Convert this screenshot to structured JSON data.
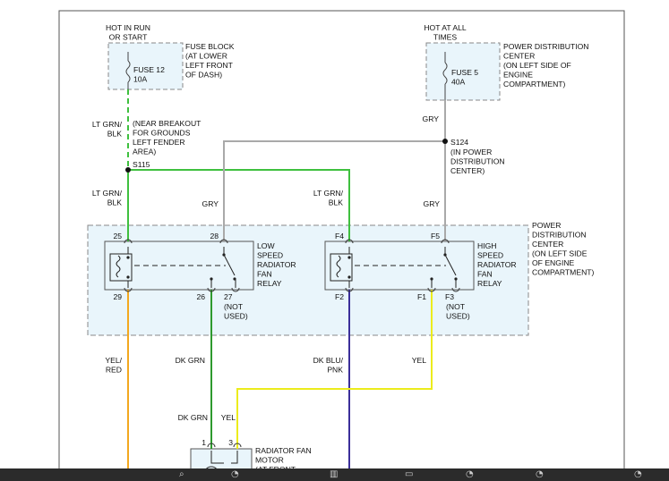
{
  "colors": {
    "lt_grn_blk": "#3fc03f",
    "gry": "#a9a9a9",
    "yel_red": "#f3a81f",
    "dk_grn": "#2e9a2e",
    "dk_blu_pnk": "#3b2f9a",
    "yel": "#ecec1c",
    "pdc_fill": "#e9f5fb",
    "outline": "#555555"
  },
  "sources": {
    "left": "HOT IN RUN\nOR START",
    "right": "HOT AT ALL\nTIMES"
  },
  "fuse_block": {
    "fuse_label": "FUSE 12\n10A",
    "description": "FUSE BLOCK\n(AT LOWER\nLEFT FRONT\nOF DASH)"
  },
  "pdc_fuse": {
    "fuse_label": "FUSE 5\n40A",
    "description": "POWER DISTRIBUTION\nCENTER\n(ON LEFT SIDE OF\nENGINE\nCOMPARTMENT)"
  },
  "wires": {
    "lt_grn_blk_top": "LT GRN/\nBLK",
    "lt_grn_blk_left": "LT GRN/\nBLK",
    "lt_grn_blk_right": "LT GRN/\nBLK",
    "gry_top": "GRY",
    "gry_left": "GRY",
    "gry_right": "GRY",
    "yel_red": "YEL/\nRED",
    "dk_grn_upper": "DK GRN",
    "dk_grn_lower": "DK GRN",
    "dk_blu_pnk": "DK BLU/\nPNK",
    "yel_upper": "YEL",
    "yel_lower": "YEL"
  },
  "splices": {
    "s115_note": "(NEAR BREAKOUT\nFOR GROUNDS\nLEFT FENDER\nAREA)",
    "s115": "S115",
    "s124": "S124",
    "s124_note": "(IN POWER\nDISTRIBUTION\nCENTER)"
  },
  "pdc_box": {
    "description": "POWER\nDISTRIBUTION\nCENTER\n(ON LEFT SIDE\nOF ENGINE\nCOMPARTMENT)"
  },
  "low_relay": {
    "name": "LOW\nSPEED\nRADIATOR\nFAN\nRELAY",
    "pins": {
      "p25": "25",
      "p28": "28",
      "p29": "29",
      "p26": "26",
      "p27": "27"
    },
    "not_used": "(NOT\nUSED)"
  },
  "high_relay": {
    "name": "HIGH\nSPEED\nRADIATOR\nFAN\nRELAY",
    "pins": {
      "f4": "F4",
      "f5": "F5",
      "f2": "F2",
      "f1": "F1",
      "f3": "F3"
    },
    "not_used": "(NOT\nUSED)"
  },
  "motor": {
    "name": "RADIATOR FAN\nMOTOR\n(AT FRONT",
    "pins": {
      "p1": "1",
      "p3": "3"
    }
  },
  "taskbar": {
    "icons": [
      "search-icon",
      "circle-icon",
      "window-icon",
      "folder-icon",
      "circle-icon",
      "circle-icon",
      "circle-icon"
    ]
  }
}
